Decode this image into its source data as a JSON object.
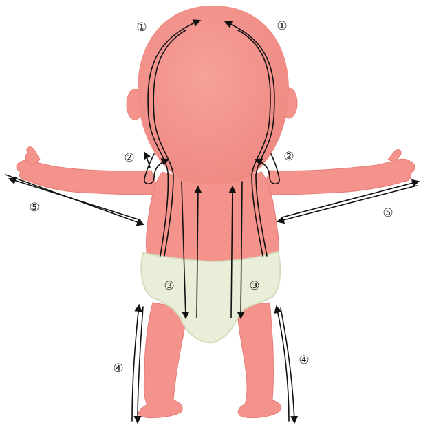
{
  "labels": {
    "step1": "①",
    "step2": "②",
    "step3": "③",
    "step4": "④",
    "step5": "⑤"
  },
  "colors": {
    "skin": "#f4938c",
    "skin_shadow": "#e87c76",
    "skin_highlight": "#f8aaa3",
    "diaper": "#e9eed8",
    "diaper_shadow": "#d3dcbc",
    "arrow": "#111111"
  }
}
